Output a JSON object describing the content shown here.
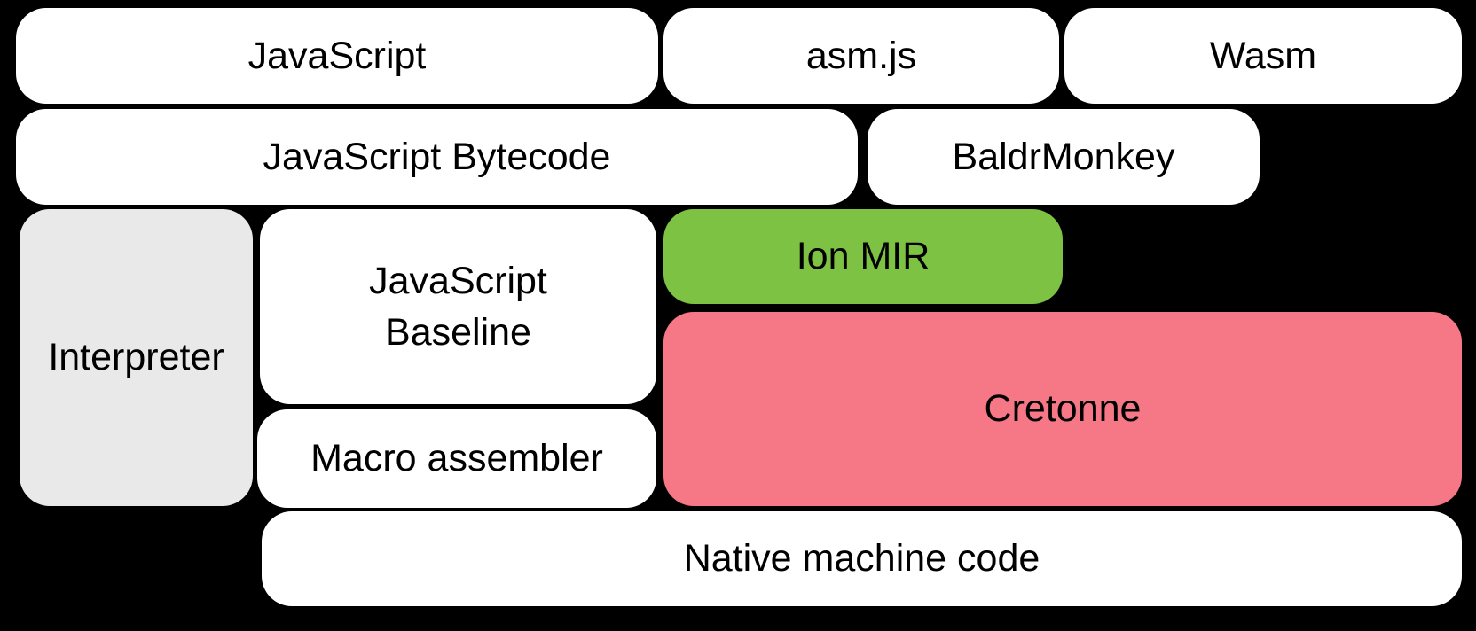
{
  "diagram": {
    "type": "compiler-pipeline-block-diagram",
    "colors": {
      "background": "#000000",
      "box_default": "#ffffff",
      "interpreter_gray": "#e9e9e9",
      "ion_mir_green": "#7dc242",
      "cretonne_pink": "#f67786",
      "text": "#000000"
    },
    "boxes": {
      "javascript": {
        "label": "JavaScript"
      },
      "asmjs": {
        "label": "asm.js"
      },
      "wasm": {
        "label": "Wasm"
      },
      "js_bytecode": {
        "label": "JavaScript Bytecode"
      },
      "baldrmonkey": {
        "label": "BaldrMonkey"
      },
      "interpreter": {
        "label": "Interpreter"
      },
      "js_baseline": {
        "label": "JavaScript Baseline"
      },
      "ion_mir": {
        "label": "Ion MIR"
      },
      "cretonne": {
        "label": "Cretonne"
      },
      "macro_assembler": {
        "label": "Macro assembler"
      },
      "native_machine_code": {
        "label": "Native machine code"
      }
    }
  }
}
